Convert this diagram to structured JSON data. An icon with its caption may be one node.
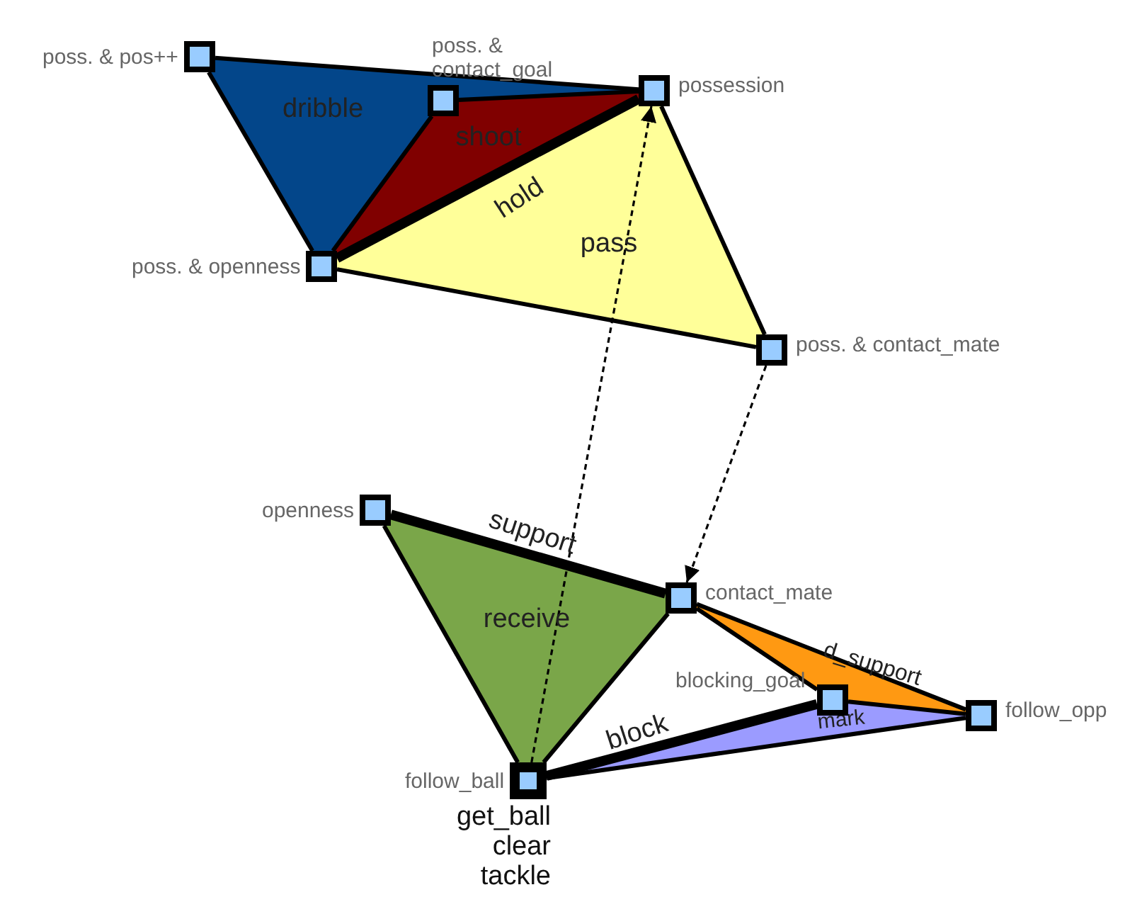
{
  "diagram": {
    "nodes": [
      {
        "text": [
          "poss. & pos++"
        ]
      },
      {
        "text": [
          "poss. & contact_goal"
        ]
      },
      {
        "text": [
          "possession"
        ]
      },
      {
        "text": [
          "poss. & openness"
        ]
      },
      {
        "text": [
          "poss. & contact_mate"
        ]
      },
      {
        "text": [
          "openness"
        ]
      },
      {
        "text": [
          "contact_mate"
        ]
      },
      {
        "text": [
          "blocking_goal"
        ]
      },
      {
        "text": [
          "follow_opp"
        ]
      },
      {
        "text": [
          "follow_ball"
        ],
        "beside": [
          "get_ball",
          "clear",
          "tackle"
        ]
      },
      {
        "text": [
          "dribble"
        ]
      },
      {
        "text": [
          "shoot"
        ]
      },
      {
        "text": [
          "pass"
        ]
      },
      {
        "text": [
          "receive"
        ]
      },
      {
        "text": [
          "d_support"
        ]
      },
      {
        "text": [
          "mark"
        ]
      }
    ],
    "edges": [
      {
        "from": 0,
        "to": 3,
        "arrow": "none"
      },
      {
        "from": 0,
        "to": 2,
        "arrow": "none"
      },
      {
        "from": 1,
        "to": 3,
        "arrow": "none"
      },
      {
        "from": 1,
        "to": 2,
        "arrow": "none"
      },
      {
        "from": 3,
        "to": 2,
        "arrow": "none",
        "style": "thick",
        "label": "hold"
      },
      {
        "from": 2,
        "to": 4,
        "arrow": "none"
      },
      {
        "from": 3,
        "to": 4,
        "arrow": "none"
      },
      {
        "from": 9,
        "to": 2,
        "arrow": "to",
        "style": "dashed"
      },
      {
        "from": 4,
        "to": 6,
        "arrow": "to",
        "style": "dashed"
      },
      {
        "from": 5,
        "to": 6,
        "arrow": "none",
        "style": "thick",
        "label": "support"
      },
      {
        "from": 5,
        "to": 9,
        "arrow": "none"
      },
      {
        "from": 6,
        "to": 9,
        "arrow": "none"
      },
      {
        "from": 6,
        "to": 7,
        "arrow": "none"
      },
      {
        "from": 6,
        "to": 8,
        "arrow": "none"
      },
      {
        "from": 7,
        "to": 8,
        "arrow": "none"
      },
      {
        "from": 9,
        "to": 7,
        "arrow": "none",
        "style": "thick",
        "label": "block"
      },
      {
        "from": 9,
        "to": 8,
        "arrow": "none"
      }
    ]
  }
}
